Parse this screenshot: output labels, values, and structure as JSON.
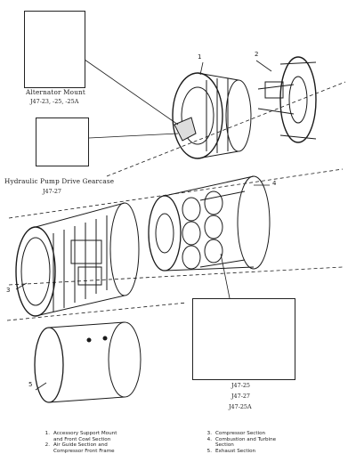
{
  "insets": {
    "alternator": {
      "title": "Alternator Mount",
      "models": "J47-23, -25, -25A"
    },
    "hydraulic": {
      "title": "Hydraulic Pump Drive Gearcase",
      "models": "J47-27"
    },
    "combustion": {
      "models": [
        "J47-25",
        "J47-27",
        "J47-25A"
      ]
    }
  },
  "callouts": [
    "1",
    "2",
    "3",
    "4",
    "5"
  ],
  "legend": [
    {
      "n": "1.",
      "lines": [
        "Accessory Support Mount",
        "and Front Cowl Section"
      ]
    },
    {
      "n": "2.",
      "lines": [
        "Air Guide Section and",
        "Compressor Front Frame"
      ]
    },
    {
      "n": "3.",
      "lines": [
        "Compressor Section"
      ]
    },
    {
      "n": "4.",
      "lines": [
        "Combustion and Turbine",
        "Section"
      ]
    },
    {
      "n": "5.",
      "lines": [
        "Exhaust Section"
      ]
    }
  ]
}
